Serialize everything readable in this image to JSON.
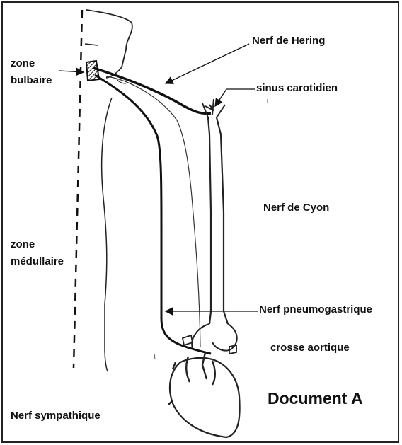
{
  "labels": {
    "nerf_hering": "Nerf de Hering",
    "zone_bulbaire_1": "zone",
    "zone_bulbaire_2": "bulbaire",
    "sinus_carotidien": "sinus carotidien",
    "nerf_cyon": "Nerf de Cyon",
    "zone_medullaire_1": "zone",
    "zone_medullaire_2": "médullaire",
    "nerf_pneumogastrique": "Nerf pneumogastrique",
    "crosse_aortique": "crosse aortique",
    "nerf_sympathique": "Nerf sympathique"
  },
  "document_title": "Document A",
  "colors": {
    "ink": "#111111",
    "line": "#222222",
    "background": "#ffffff"
  }
}
